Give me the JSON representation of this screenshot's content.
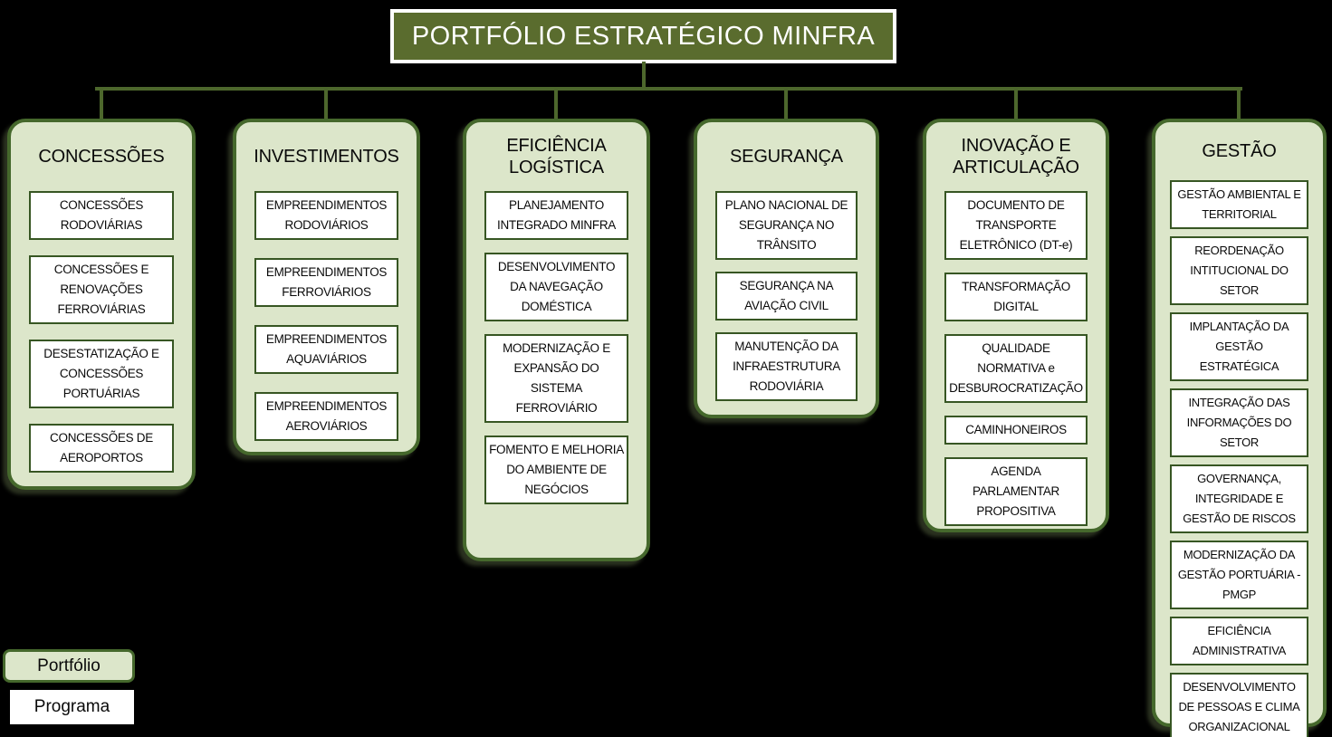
{
  "banner": {
    "title": "PORTFÓLIO ESTRATÉGICO MINFRA"
  },
  "columns": [
    {
      "title": "CONCESSÕES",
      "programs": [
        "CONCESSÕES RODOVIÁRIAS",
        "CONCESSÕES E RENOVAÇÕES FERROVIÁRIAS",
        "DESESTATIZAÇÃO E CONCESSÕES PORTUÁRIAS",
        "CONCESSÕES DE AEROPORTOS"
      ]
    },
    {
      "title": "INVESTIMENTOS",
      "programs": [
        "EMPREENDIMENTOS RODOVIÁRIOS",
        "EMPREENDIMENTOS FERROVIÁRIOS",
        "EMPREENDIMENTOS AQUAVIÁRIOS",
        "EMPREENDIMENTOS AEROVIÁRIOS"
      ]
    },
    {
      "title": "EFICIÊNCIA LOGÍSTICA",
      "programs": [
        "PLANEJAMENTO INTEGRADO MINFRA",
        "DESENVOLVIMENTO DA NAVEGAÇÃO DOMÉSTICA",
        "MODERNIZAÇÃO E EXPANSÃO DO SISTEMA FERROVIÁRIO",
        "FOMENTO E MELHORIA DO AMBIENTE DE NEGÓCIOS"
      ]
    },
    {
      "title": "SEGURANÇA",
      "programs": [
        "PLANO NACIONAL DE SEGURANÇA NO TRÂNSITO",
        "SEGURANÇA NA AVIAÇÃO CIVIL",
        "MANUTENÇÃO DA INFRAESTRUTURA RODOVIÁRIA"
      ]
    },
    {
      "title": "INOVAÇÃO E ARTICULAÇÃO",
      "programs": [
        "DOCUMENTO DE TRANSPORTE ELETRÔNICO (DT-e)",
        "TRANSFORMAÇÃO DIGITAL",
        "QUALIDADE NORMATIVA e DESBUROCRATIZAÇÃO",
        "CAMINHONEIROS",
        "AGENDA PARLAMENTAR PROPOSITIVA"
      ]
    },
    {
      "title": "GESTÃO",
      "programs": [
        "GESTÃO AMBIENTAL E TERRITORIAL",
        "REORDENAÇÃO INTITUCIONAL DO SETOR",
        "IMPLANTAÇÃO DA GESTÃO ESTRATÉGICA",
        "INTEGRAÇÃO DAS INFORMAÇÕES DO SETOR",
        "GOVERNANÇA, INTEGRIDADE E GESTÃO DE RISCOS",
        "MODERNIZAÇÃO DA GESTÃO PORTUÁRIA - PMGP",
        "EFICIÊNCIA ADMINISTRATIVA",
        "DESENVOLVIMENTO DE PESSOAS E CLIMA ORGANIZACIONAL"
      ]
    }
  ],
  "legend": {
    "portfolio_label": "Portfólio",
    "program_label": "Programa"
  },
  "colors": {
    "background": "#000000",
    "banner_fill": "#5a6c2e",
    "banner_border": "#ffffff",
    "column_fill": "#dce6ca",
    "column_border": "#45682c",
    "program_border": "#375623",
    "connector": "#4d672c"
  }
}
